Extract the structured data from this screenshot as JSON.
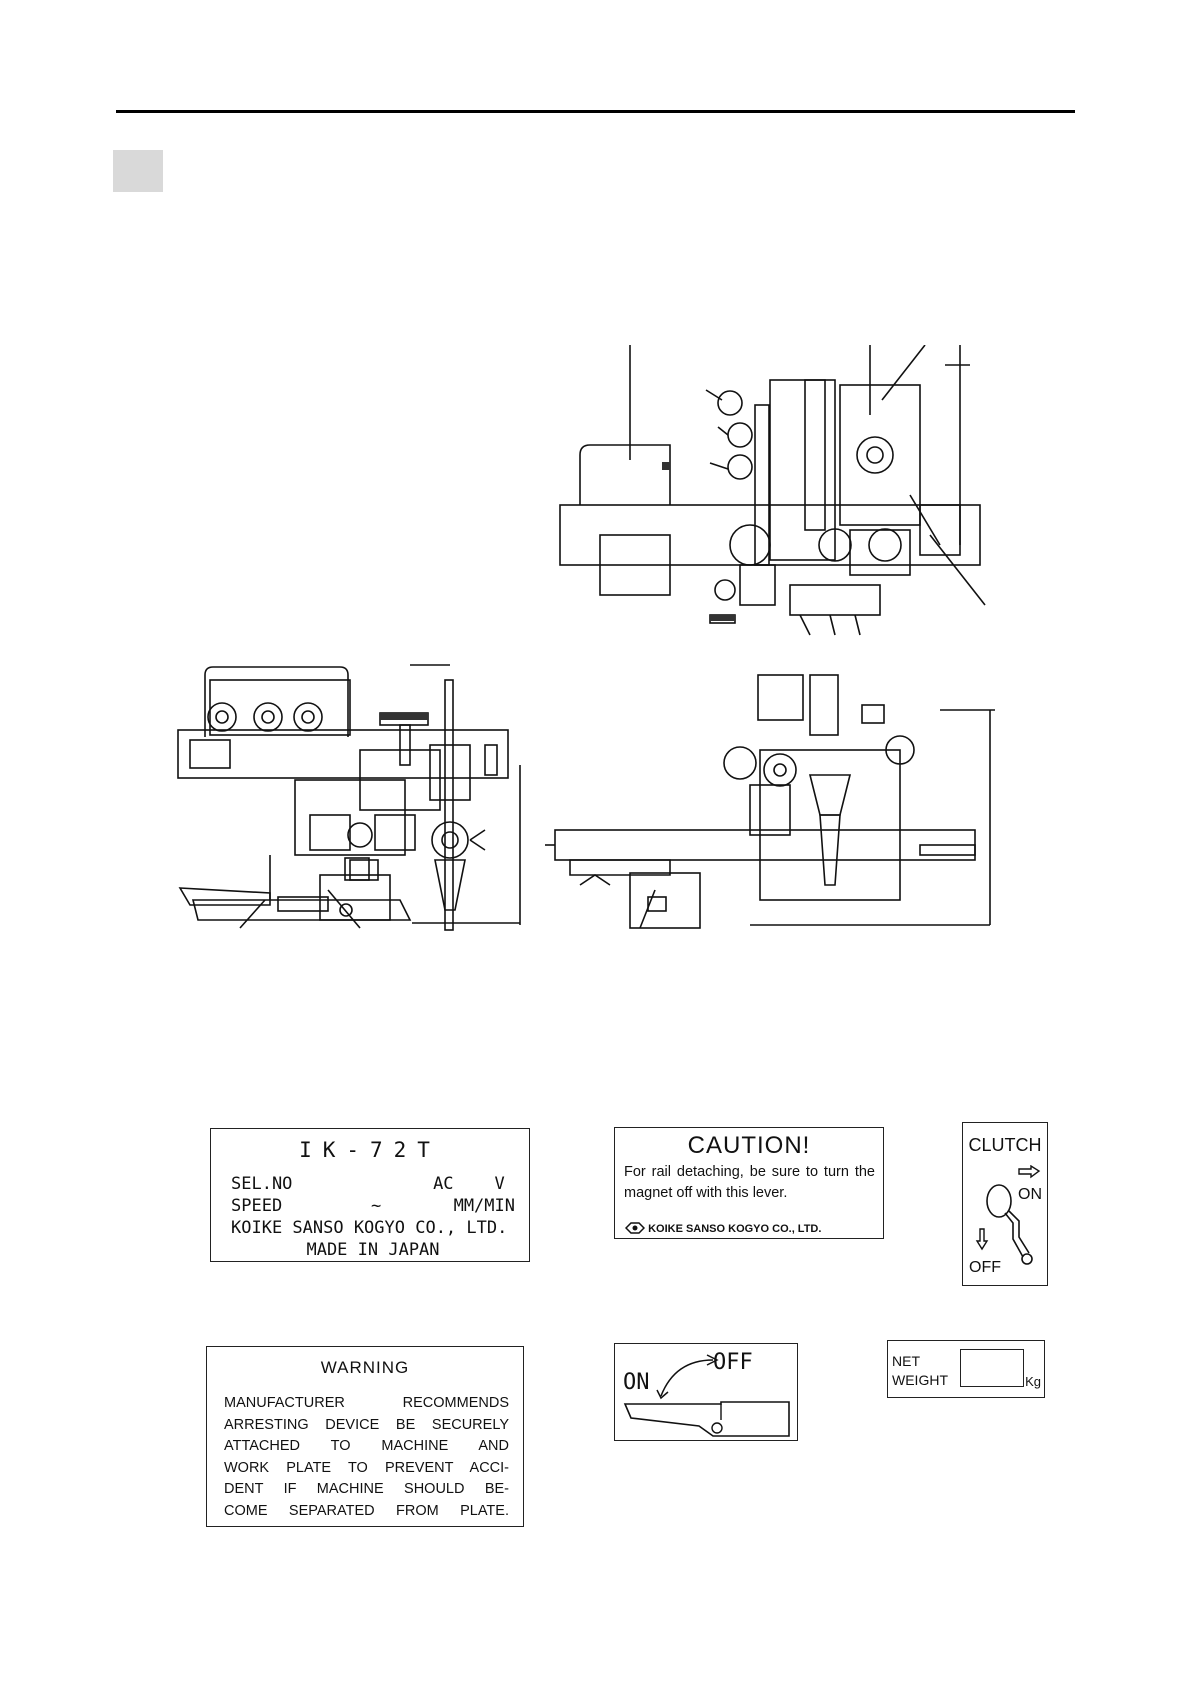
{
  "nameplate": {
    "title": "IK-72T",
    "sel_no": "SEL.NO",
    "ac": "AC",
    "v": "V",
    "speed": "SPEED",
    "tilde": "~",
    "unit": "MM/MIN",
    "company": "KOIKE SANSO KOGYO CO., LTD.",
    "origin": "MADE IN JAPAN"
  },
  "caution": {
    "title": "CAUTION!",
    "body": "For rail detaching, be sure to turn the magnet off with this lever.",
    "company": "KOIKE SANSO KOGYO CO., LTD."
  },
  "clutch": {
    "title": "CLUTCH",
    "on": "ON",
    "off": "OFF"
  },
  "warning": {
    "title": "WARNING",
    "lines": [
      "MANUFACTURER RECOMMENDS",
      "ARRESTING DEVICE BE SECURELY",
      "ATTACHED TO MACHINE AND",
      "WORK PLATE TO PREVENT ACCI-",
      "DENT IF MACHINE SHOULD BE-",
      "COME SEPARATED FROM PLATE."
    ]
  },
  "lever_plate": {
    "on": "ON",
    "off": "OFF"
  },
  "net_weight": {
    "line1": "NET",
    "line2": "WEIGHT",
    "unit": "Kg"
  }
}
